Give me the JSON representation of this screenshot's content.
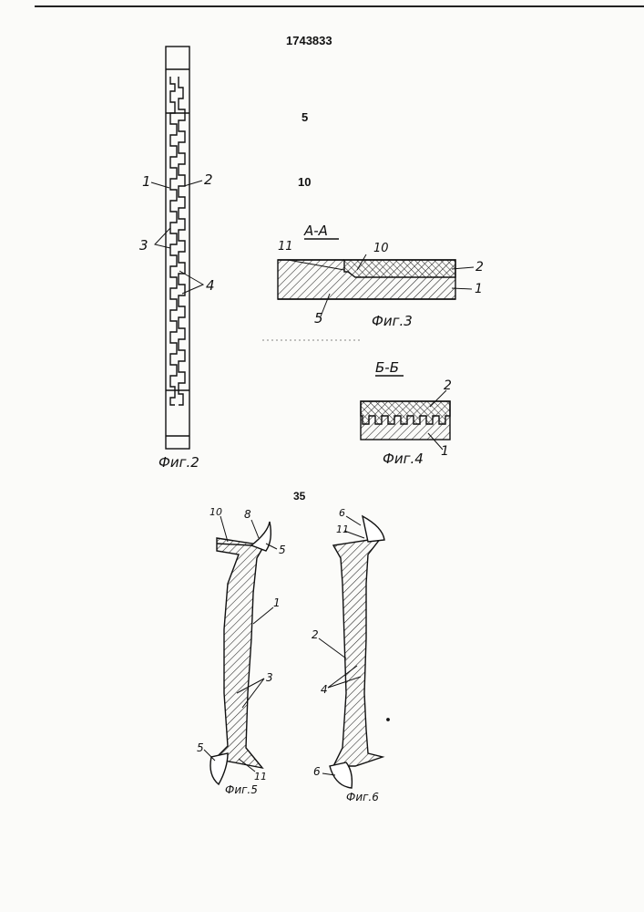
{
  "patent_number": "1743833",
  "line_numbers": [
    "5",
    "10",
    "35"
  ],
  "fig2": {
    "caption": "Фиг.2",
    "labels": [
      "1",
      "2",
      "3",
      "4"
    ]
  },
  "fig3": {
    "section": "А-А",
    "caption": "Фиг.3",
    "labels": [
      "11",
      "10",
      "2",
      "1",
      "5"
    ]
  },
  "fig4": {
    "section": "Б-Б",
    "caption": "Фиг.4",
    "labels": [
      "2",
      "1"
    ]
  },
  "fig5": {
    "caption": "Фиг.5",
    "labels": [
      "10",
      "8",
      "5",
      "1",
      "3",
      "5",
      "11"
    ]
  },
  "fig6": {
    "caption": "Фиг.6",
    "labels": [
      "6",
      "11",
      "2",
      "4",
      "6"
    ]
  }
}
